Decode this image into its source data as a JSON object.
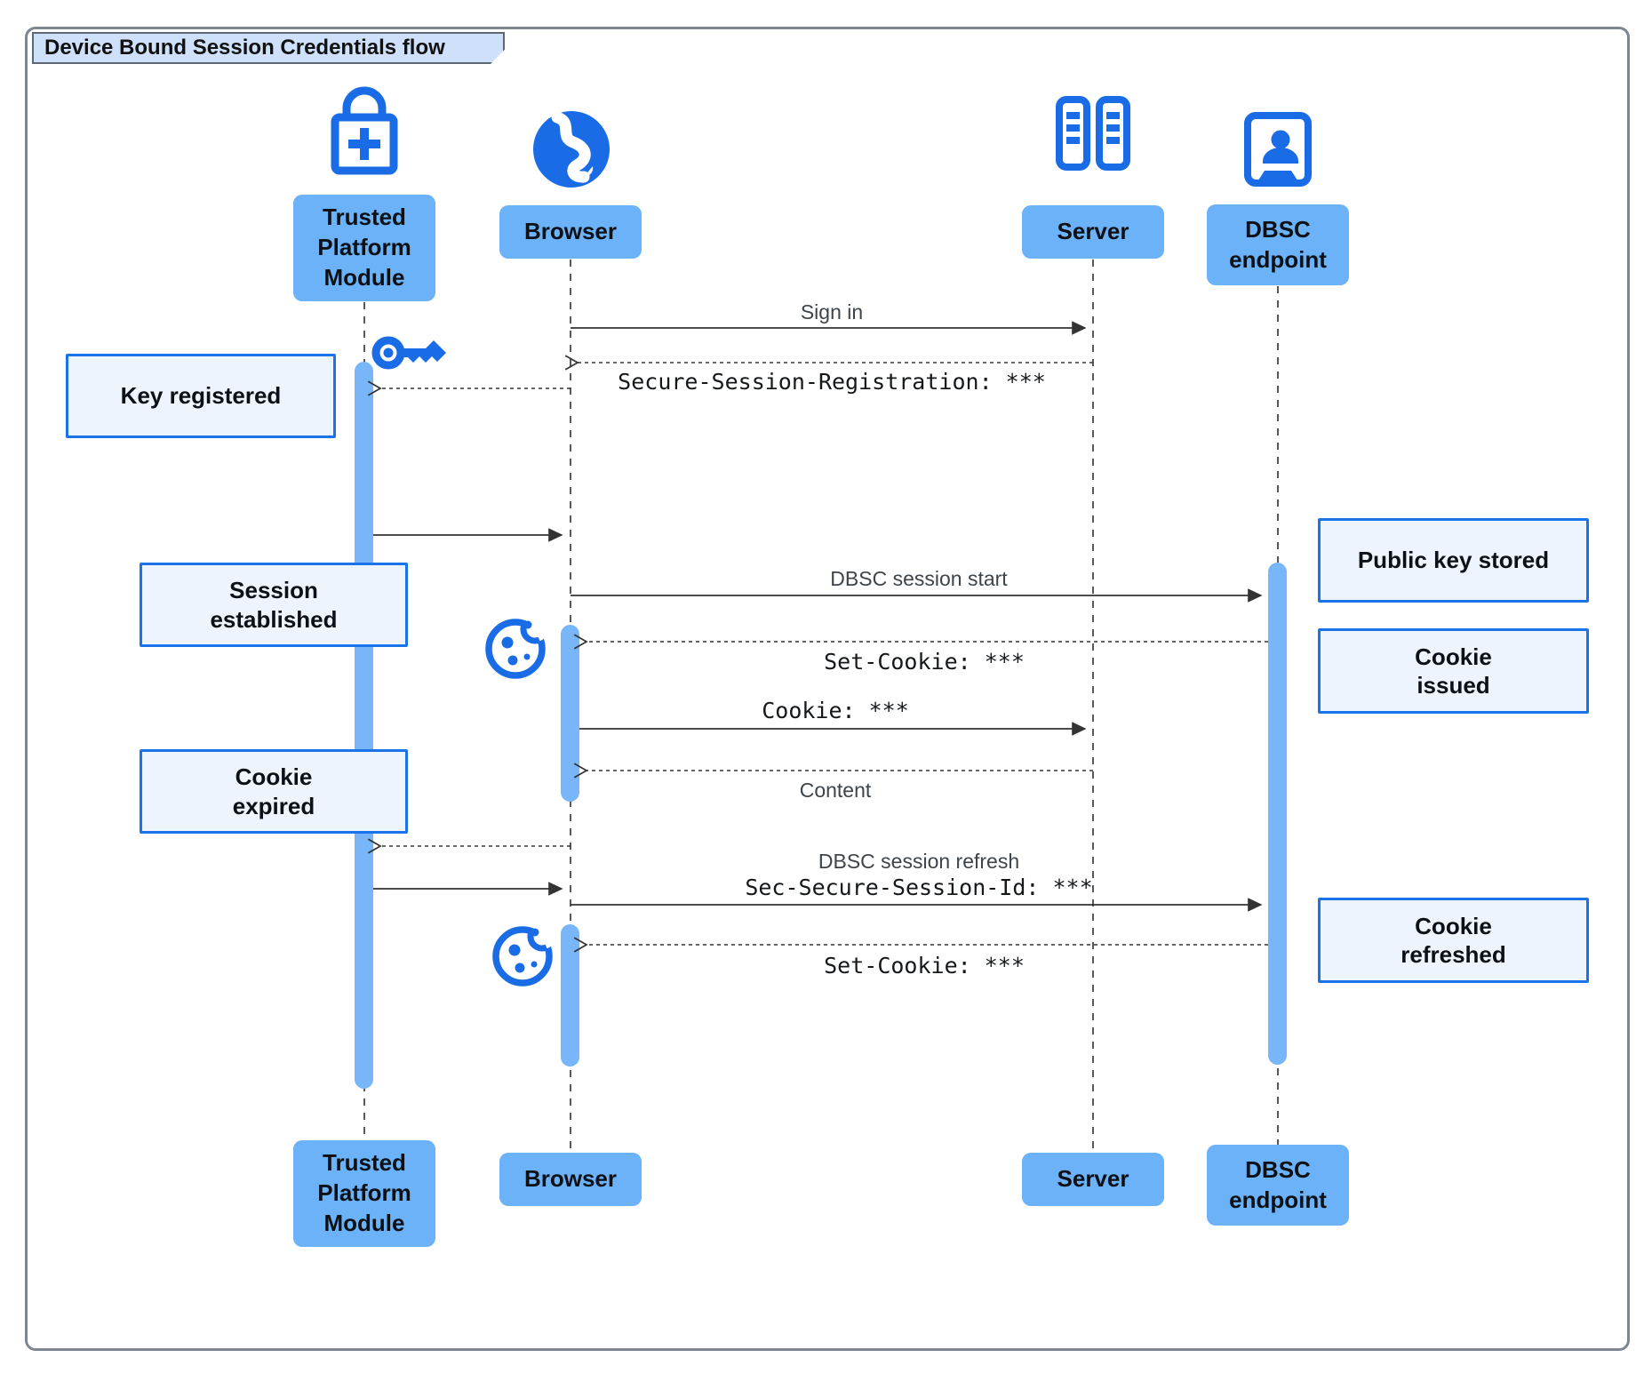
{
  "title": "Device Bound Session Credentials flow",
  "actors": {
    "tpm": {
      "label": "Trusted\nPlatform\nModule",
      "icon": "lock-plus-icon"
    },
    "browser": {
      "label": "Browser",
      "icon": "globe-icon"
    },
    "server": {
      "label": "Server",
      "icon": "server-icon"
    },
    "dbsc": {
      "label": "DBSC\nendpoint",
      "icon": "id-badge-icon"
    }
  },
  "messages": {
    "sign_in": "Sign in",
    "secure_session_registration": "Secure-Session-Registration: ***",
    "dbsc_session_start": "DBSC session start",
    "set_cookie": "Set-Cookie: ***",
    "cookie": "Cookie: ***",
    "content": "Content",
    "dbsc_session_refresh": "DBSC session refresh",
    "sec_secure_session_id": "Sec-Secure-Session-Id: ***"
  },
  "notes": {
    "key_registered": "Key registered",
    "session_established": "Session\nestablished",
    "cookie_expired": "Cookie\nexpired",
    "public_key_stored": "Public key stored",
    "cookie_issued": "Cookie\nissued",
    "cookie_refreshed": "Cookie\nrefreshed"
  },
  "icons": [
    "lock-plus-icon",
    "globe-icon",
    "server-icon",
    "id-badge-icon",
    "key-icon",
    "cookie-icon"
  ],
  "colors": {
    "icon_blue": "#1a6ce6",
    "actor_fill": "#6cb2f8",
    "activation_fill": "#79b6f9",
    "note_fill": "#edf4fe",
    "note_border": "#1a73e8",
    "title_fill": "#cfe0fa",
    "line": "#333333"
  }
}
